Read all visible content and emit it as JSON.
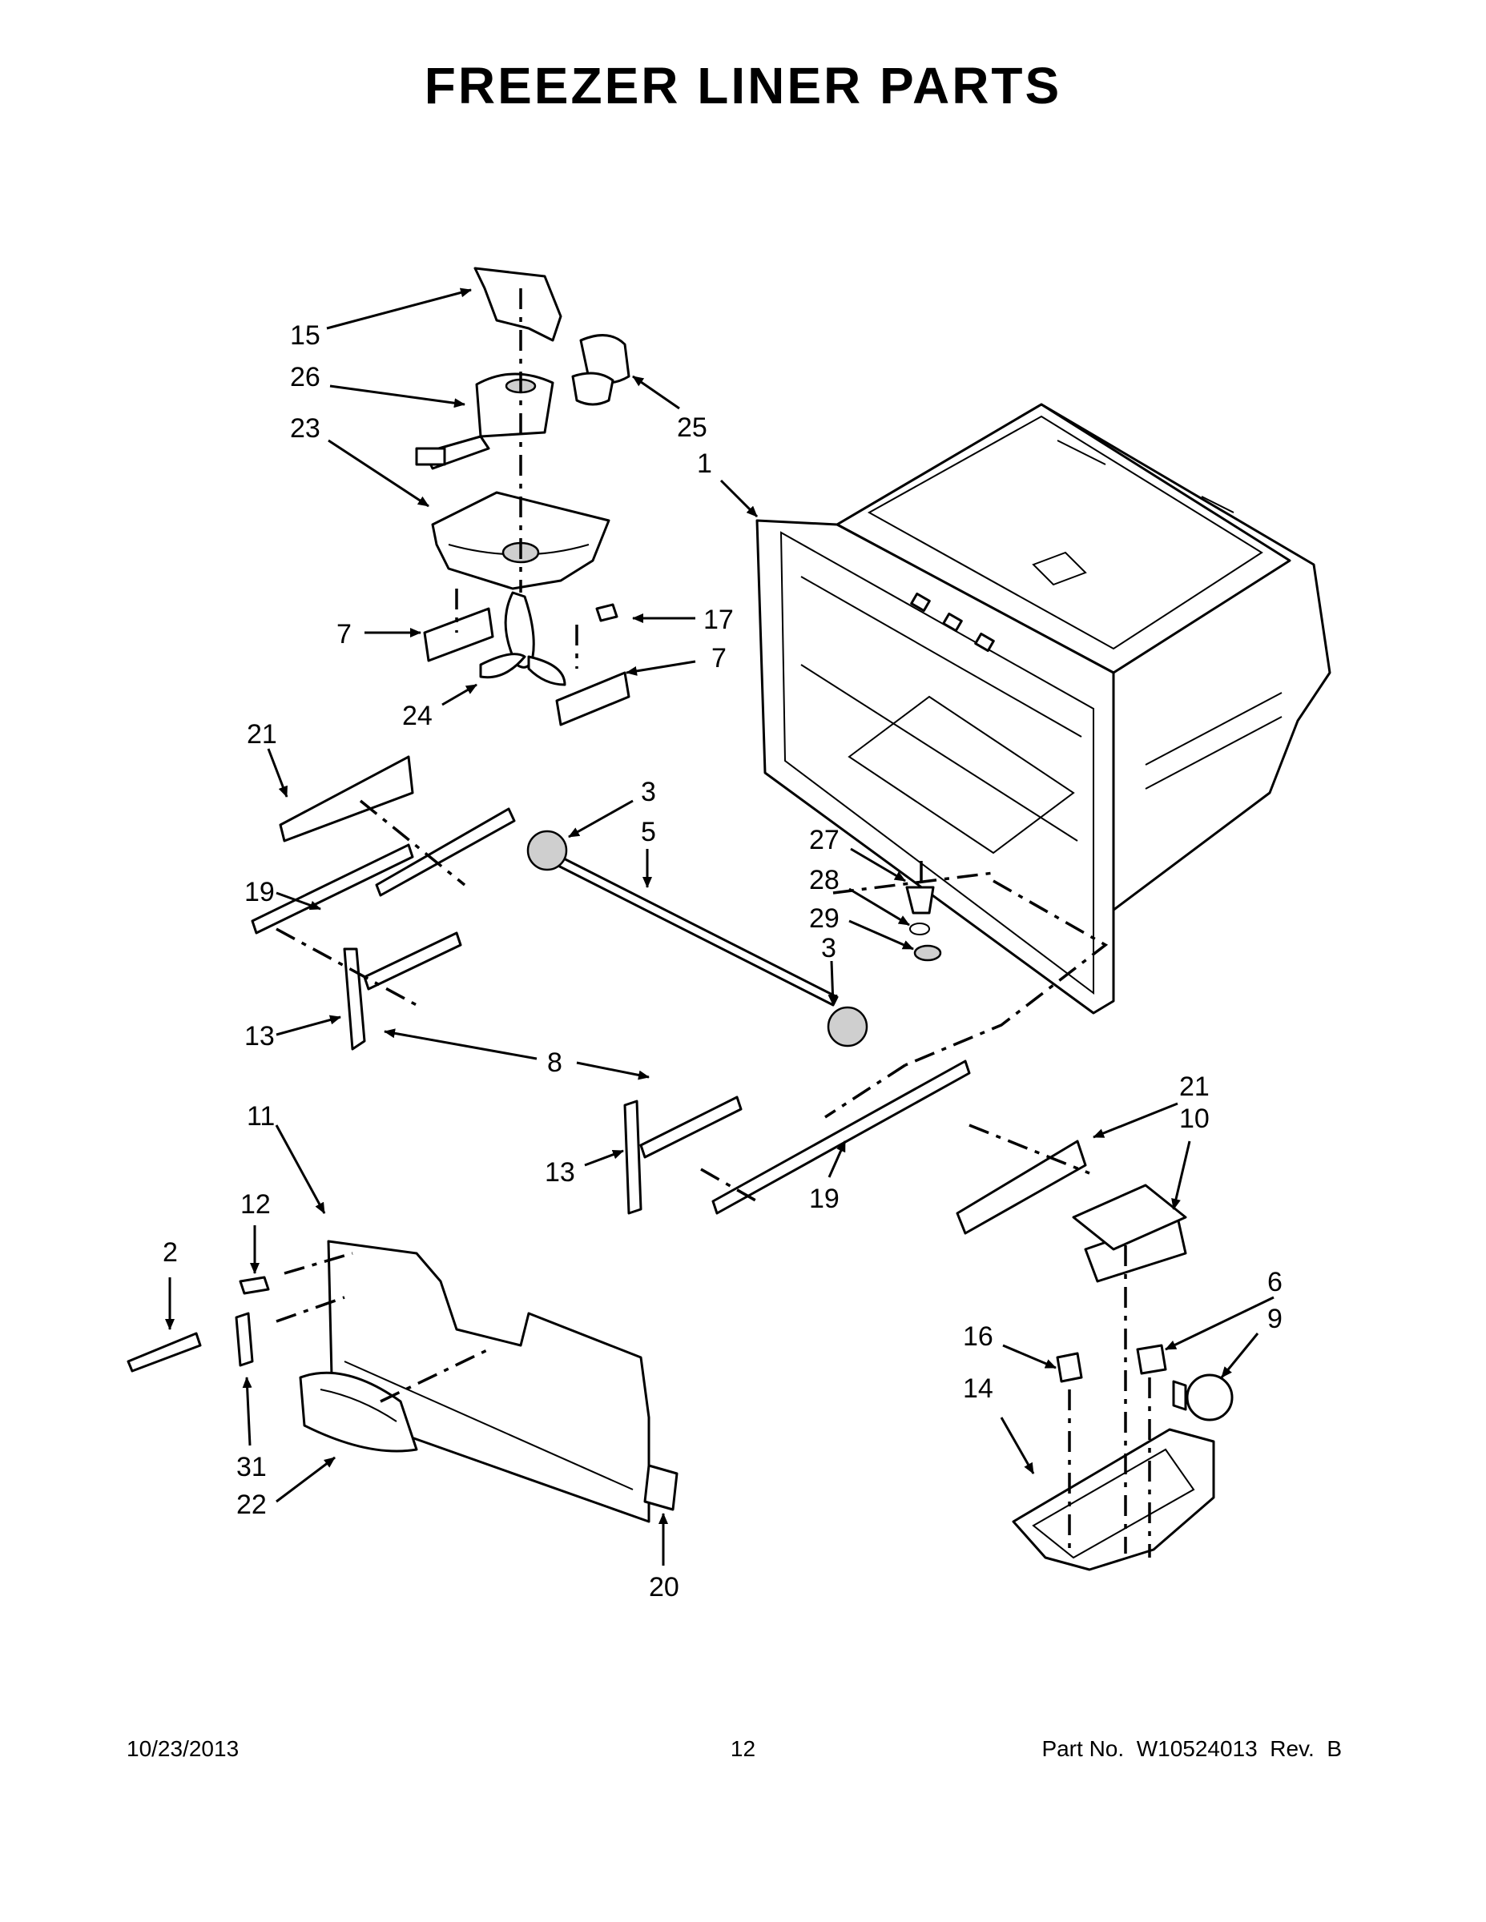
{
  "title": "FREEZER LINER PARTS",
  "footer": {
    "date": "10/23/2013",
    "page": "12",
    "part_number": "Part No.  W10524013  Rev.  B"
  },
  "callouts": [
    {
      "id": "c15",
      "text": "15"
    },
    {
      "id": "c26",
      "text": "26"
    },
    {
      "id": "c23",
      "text": "23"
    },
    {
      "id": "c25",
      "text": "25"
    },
    {
      "id": "c1",
      "text": "1"
    },
    {
      "id": "c7a",
      "text": "7"
    },
    {
      "id": "c17",
      "text": "17"
    },
    {
      "id": "c7b",
      "text": "7"
    },
    {
      "id": "c24",
      "text": "24"
    },
    {
      "id": "c21a",
      "text": "21"
    },
    {
      "id": "c3a",
      "text": "3"
    },
    {
      "id": "c5",
      "text": "5"
    },
    {
      "id": "c27",
      "text": "27"
    },
    {
      "id": "c28",
      "text": "28"
    },
    {
      "id": "c29",
      "text": "29"
    },
    {
      "id": "c3b",
      "text": "3"
    },
    {
      "id": "c19a",
      "text": "19"
    },
    {
      "id": "c13a",
      "text": "13"
    },
    {
      "id": "c8",
      "text": "8"
    },
    {
      "id": "c11",
      "text": "11"
    },
    {
      "id": "c21b",
      "text": "21"
    },
    {
      "id": "c10",
      "text": "10"
    },
    {
      "id": "c13b",
      "text": "13"
    },
    {
      "id": "c19b",
      "text": "19"
    },
    {
      "id": "c12",
      "text": "12"
    },
    {
      "id": "c2",
      "text": "2"
    },
    {
      "id": "c6",
      "text": "6"
    },
    {
      "id": "c9",
      "text": "9"
    },
    {
      "id": "c16",
      "text": "16"
    },
    {
      "id": "c14",
      "text": "14"
    },
    {
      "id": "c31",
      "text": "31"
    },
    {
      "id": "c22",
      "text": "22"
    },
    {
      "id": "c20",
      "text": "20"
    }
  ]
}
